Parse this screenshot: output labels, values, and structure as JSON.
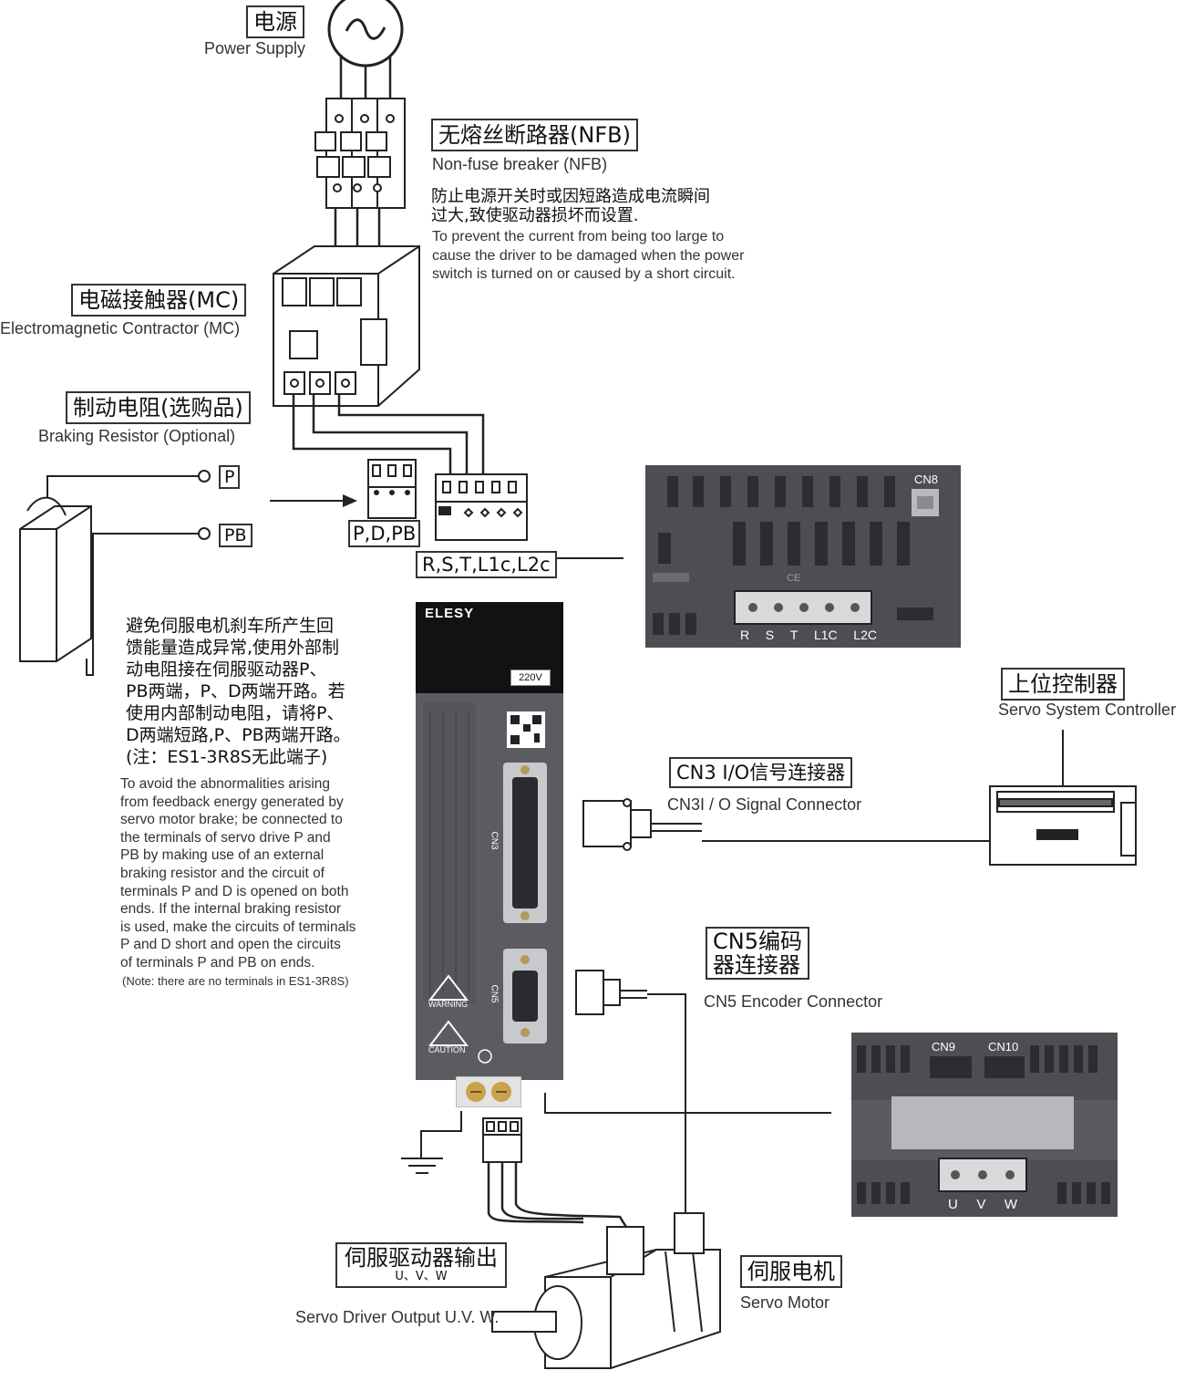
{
  "power_supply": {
    "cn": "电源",
    "en": "Power Supply"
  },
  "nfb": {
    "cn": "无熔丝断路器(NFB)",
    "en": "Non-fuse breaker (NFB)",
    "desc_cn_1": "防止电源开关时或因短路造成电流瞬间",
    "desc_cn_2": "过大,致使驱动器损坏而设置.",
    "desc_en_1": "To prevent the current from being too large to",
    "desc_en_2": "cause the driver to be damaged when the power",
    "desc_en_3": "switch is turned on or caused by a short circuit."
  },
  "mc": {
    "cn": "电磁接触器(MC)",
    "en": "Electromagnetic Contractor (MC)"
  },
  "braking": {
    "cn": "制动电阻(选购品)",
    "en": "Braking Resistor (Optional)",
    "terminal_p": "P",
    "terminal_pb": "PB",
    "note_cn": "避免伺服电机刹车所产生回\n馈能量造成异常,使用外部制\n动电阻接在伺服驱动器P、\nPB两端，P、D两端开路。若\n使用内部制动电阻，请将P、\nD两端短路,P、PB两端开路。\n(注：ES1-3R8S无此端子)",
    "note_en": "To avoid the abnormalities arising\nfrom feedback energy generated by\nservo motor brake; be connected to\nthe terminals of servo drive P and\nPB by making use of an external\nbraking resistor and the circuit of\nterminals P and D is opened on both\nends. If the internal braking resistor\nis used, make the circuits of terminals\nP and D short and open the circuits\nof terminals P and PB on ends.",
    "note_small": "(Note: there are no terminals in ES1-3R8S)"
  },
  "terminals": {
    "pdpb": "P,D,PB",
    "rst": "R,S,T,L1c,L2c"
  },
  "drive": {
    "brand": "ELESY",
    "voltage": "220V",
    "cn3": "CN3",
    "cn5": "CN5",
    "warning": "WARNING",
    "caution": "CAUTION"
  },
  "top_photo": {
    "cn8": "CN8",
    "ce": "CE",
    "labels": [
      "R",
      "S",
      "T",
      "L1C",
      "L2C"
    ]
  },
  "bottom_photo": {
    "cn9": "CN9",
    "cn10": "CN10",
    "labels": [
      "U",
      "V",
      "W"
    ]
  },
  "controller": {
    "cn": "上位控制器",
    "en": "Servo System Controller"
  },
  "cn3_conn": {
    "cn": "CN3 I/O信号连接器",
    "en": "CN3I / O Signal Connector"
  },
  "cn5_conn": {
    "cn_1": "CN5编码",
    "cn_2": "器连接器",
    "en": "CN5 Encoder Connector"
  },
  "output": {
    "cn": "伺服驱动器输出",
    "sub": "U、V、W",
    "en": "Servo Driver Output U.V. W."
  },
  "motor": {
    "cn": "伺服电机",
    "en": "Servo Motor"
  },
  "colors": {
    "line": "#222222",
    "device": "#5a5c62",
    "panel": "#4a4b50"
  }
}
